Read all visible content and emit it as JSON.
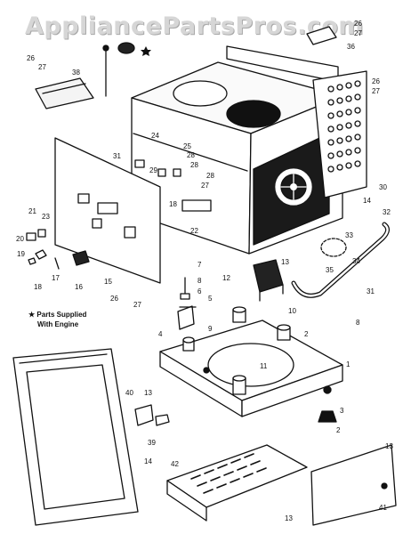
{
  "watermark": "AppliancePartsPros.com",
  "note": {
    "line1": "Parts Supplied",
    "line2": "With Engine"
  },
  "callouts": [
    {
      "id": "c26a",
      "text": "26"
    },
    {
      "id": "c27a",
      "text": "27"
    },
    {
      "id": "c38a",
      "text": "38"
    },
    {
      "id": "c26b",
      "text": "26"
    },
    {
      "id": "c27b",
      "text": "27"
    },
    {
      "id": "c36",
      "text": "36"
    },
    {
      "id": "c26c",
      "text": "26"
    },
    {
      "id": "c27c",
      "text": "27"
    },
    {
      "id": "c24",
      "text": "24"
    },
    {
      "id": "c25",
      "text": "25"
    },
    {
      "id": "c28a",
      "text": "28"
    },
    {
      "id": "c31a",
      "text": "31"
    },
    {
      "id": "c29",
      "text": "29"
    },
    {
      "id": "c28b",
      "text": "28"
    },
    {
      "id": "c28c",
      "text": "28"
    },
    {
      "id": "c27d",
      "text": "27"
    },
    {
      "id": "c30",
      "text": "30"
    },
    {
      "id": "c14a",
      "text": "14"
    },
    {
      "id": "c32",
      "text": "32"
    },
    {
      "id": "c18",
      "text": "18"
    },
    {
      "id": "c22",
      "text": "22"
    },
    {
      "id": "c21",
      "text": "21"
    },
    {
      "id": "c23",
      "text": "23"
    },
    {
      "id": "c20",
      "text": "20"
    },
    {
      "id": "c19",
      "text": "19"
    },
    {
      "id": "c17",
      "text": "17"
    },
    {
      "id": "c16",
      "text": "16"
    },
    {
      "id": "c18b",
      "text": "18"
    },
    {
      "id": "c15",
      "text": "15"
    },
    {
      "id": "c26d",
      "text": "26"
    },
    {
      "id": "c27e",
      "text": "27"
    },
    {
      "id": "c7",
      "text": "7"
    },
    {
      "id": "c8a",
      "text": "8"
    },
    {
      "id": "c6",
      "text": "6"
    },
    {
      "id": "c5",
      "text": "5"
    },
    {
      "id": "c12",
      "text": "12"
    },
    {
      "id": "c13a",
      "text": "13"
    },
    {
      "id": "c33",
      "text": "33"
    },
    {
      "id": "c34",
      "text": "34"
    },
    {
      "id": "c35",
      "text": "35"
    },
    {
      "id": "c31b",
      "text": "31"
    },
    {
      "id": "c10",
      "text": "10"
    },
    {
      "id": "c9",
      "text": "9"
    },
    {
      "id": "c8b",
      "text": "8"
    },
    {
      "id": "c4",
      "text": "4"
    },
    {
      "id": "c2a",
      "text": "2"
    },
    {
      "id": "c11",
      "text": "11"
    },
    {
      "id": "c1",
      "text": "1"
    },
    {
      "id": "c40",
      "text": "40"
    },
    {
      "id": "c13b",
      "text": "13"
    },
    {
      "id": "c3",
      "text": "3"
    },
    {
      "id": "c2b",
      "text": "2"
    },
    {
      "id": "c39",
      "text": "39"
    },
    {
      "id": "c14b",
      "text": "14"
    },
    {
      "id": "c42",
      "text": "42"
    },
    {
      "id": "c13c",
      "text": "13"
    },
    {
      "id": "c41",
      "text": "41"
    },
    {
      "id": "c13d",
      "text": "13"
    }
  ]
}
